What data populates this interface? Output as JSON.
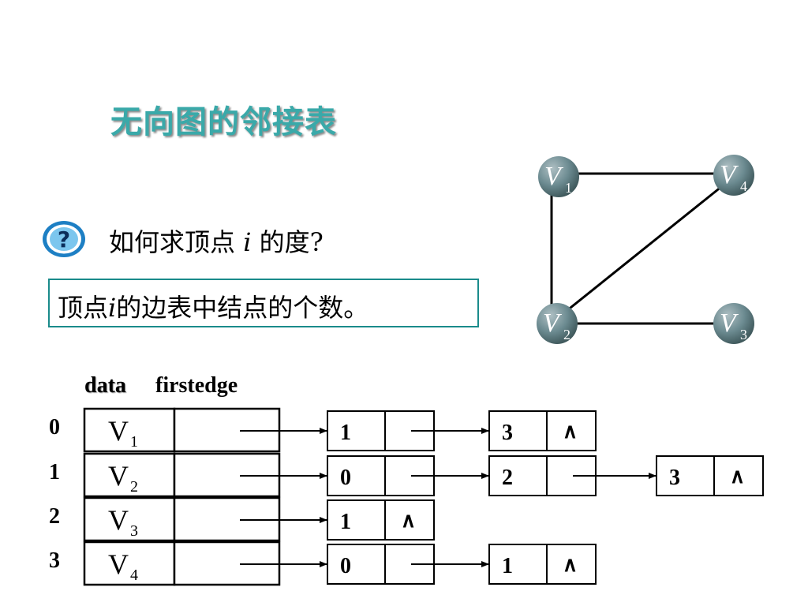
{
  "title": "无向图的邻接表",
  "question": {
    "prefix": "如何求顶点 ",
    "var": "i",
    "suffix": " 的度?"
  },
  "answer": {
    "prefix": "顶点",
    "var": "i",
    "suffix": "的边表中结点的个数。"
  },
  "graph": {
    "vertices": [
      {
        "name": "V",
        "sub": "1"
      },
      {
        "name": "V",
        "sub": "4"
      },
      {
        "name": "V",
        "sub": "2"
      },
      {
        "name": "V",
        "sub": "3"
      }
    ],
    "edges": [
      [
        "V1",
        "V4"
      ],
      [
        "V1",
        "V2"
      ],
      [
        "V2",
        "V4"
      ],
      [
        "V2",
        "V3"
      ]
    ]
  },
  "table": {
    "header_data": "data",
    "header_firstedge": "firstedge",
    "rows": [
      {
        "index": "0",
        "vertex": "V",
        "sub": "1",
        "edges": [
          {
            "adj": "1",
            "next": ""
          },
          {
            "adj": "3",
            "next": "∧"
          }
        ]
      },
      {
        "index": "1",
        "vertex": "V",
        "sub": "2",
        "edges": [
          {
            "adj": "0",
            "next": ""
          },
          {
            "adj": "2",
            "next": ""
          },
          {
            "adj": "3",
            "next": "∧"
          }
        ]
      },
      {
        "index": "2",
        "vertex": "V",
        "sub": "3",
        "edges": [
          {
            "adj": "1",
            "next": "∧"
          }
        ]
      },
      {
        "index": "3",
        "vertex": "V",
        "sub": "4",
        "edges": [
          {
            "adj": "0",
            "next": ""
          },
          {
            "adj": "1",
            "next": "∧"
          }
        ]
      }
    ]
  },
  "colors": {
    "title": "#3aa9a9",
    "answer_border": "#1a8b8b",
    "node_fill": "#6b8a90",
    "icon": "#1d7fc4"
  }
}
